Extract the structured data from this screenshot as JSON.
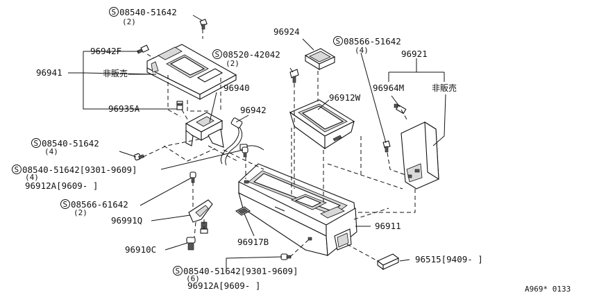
{
  "diagram": {
    "labels": {
      "s_08540_51642_top": "08540-51642",
      "s_08540_51642_top_qty": "(2)",
      "p_96942F": "96942F",
      "p_96941": "96941",
      "p_96941_note": "非販売",
      "p_96935A": "96935A",
      "s_08520_42042": "08520-42042",
      "s_08520_42042_qty": "(2)",
      "p_96940": "96940",
      "p_96942": "96942",
      "p_96924": "96924",
      "p_96912W": "96912W",
      "s_08566_51642": "08566-51642",
      "s_08566_51642_qty": "(4)",
      "p_96921": "96921",
      "p_96964M": "96964M",
      "p_96921_note": "非販売",
      "s_08540_51642_mid": "08540-51642",
      "s_08540_51642_mid_qty": "(4)",
      "s_08540_51642_b": "08540-51642[9301-9609]",
      "s_08540_51642_b_qty": "(4)",
      "p_96912A_a": "96912A[9609-   ]",
      "s_08566_61642": "08566-61642",
      "s_08566_61642_qty": "(2)",
      "p_96991Q": "96991Q",
      "p_96910C": "96910C",
      "p_96917B": "96917B",
      "p_96911": "96911",
      "s_08540_51642_c": "08540-51642[9301-9609]",
      "s_08540_51642_c_qty": "(6)",
      "p_96912A_b": "96912A[9609-   ]",
      "p_96515": "96515[9409-    ]",
      "ref_code": "A969* 0133"
    },
    "symbols": {
      "screw_mark": "S"
    }
  }
}
